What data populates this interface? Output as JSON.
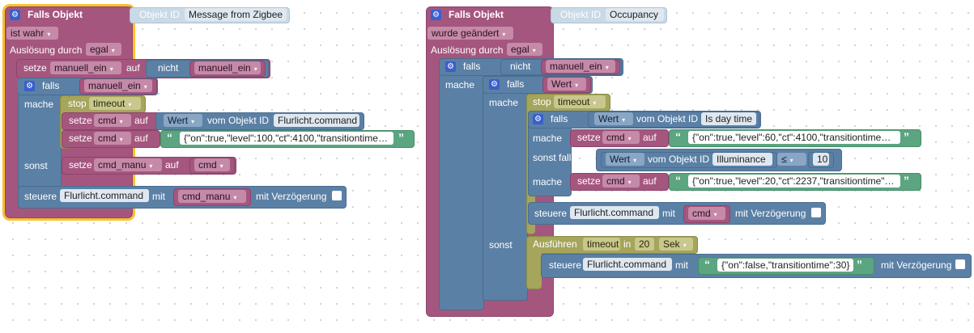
{
  "left": {
    "event_title": "Falls Objekt",
    "objekt_id_label": "Objekt ID",
    "objekt_id_value": "Message from Zigbee",
    "condition": "ist wahr",
    "trigger_label": "Auslösung durch",
    "trigger_value": "egal",
    "setze": "setze",
    "var_manuell": "manuell_ein",
    "auf": "auf",
    "nicht": "nicht",
    "falls": "falls",
    "mache": "mache",
    "stop": "stop",
    "timeout": "timeout",
    "var_cmd": "cmd",
    "wert": "Wert",
    "vom_objekt_id": "vom Objekt ID",
    "flurlicht_command": "Flurlicht.command",
    "json_string": "{\"on\":true,\"level\":100,\"ct\":4100,\"transitiontime…",
    "sonst": "sonst",
    "var_cmd_manu": "cmd_manu",
    "steuere": "steuere",
    "mit": "mit",
    "mit_verzoegerung": "mit Verzögerung"
  },
  "right": {
    "event_title": "Falls Objekt",
    "objekt_id_label": "Objekt ID",
    "objekt_id_value": "Occupancy",
    "condition": "wurde geändert",
    "trigger_label": "Auslösung durch",
    "trigger_value": "egal",
    "falls": "falls",
    "nicht": "nicht",
    "var_manuell": "manuell_ein",
    "mache": "mache",
    "wert": "Wert",
    "stop": "stop",
    "timeout": "timeout",
    "vom_objekt_id": "vom Objekt ID",
    "is_day_time": "Is day time",
    "setze": "setze",
    "var_cmd": "cmd",
    "auf": "auf",
    "json_day": "{\"on\":true,\"level\":60,\"ct\":4100,\"transitiontime…",
    "sonst_falls": "sonst falls",
    "illuminance": "Illuminance",
    "le": "≤",
    "num_10": "10",
    "json_night": "{\"on\":true,\"level\":20,\"ct\":2237,\"transitiontime\"…",
    "steuere": "steuere",
    "flurlicht_command": "Flurlicht.command",
    "mit": "mit",
    "mit_verzoegerung": "mit Verzögerung",
    "sonst": "sonst",
    "ausfuehren": "Ausführen",
    "in": "in",
    "num_20": "20",
    "unit_sek": "Sek",
    "json_off": "{\"on\":false,\"transitiontime\":30}"
  }
}
